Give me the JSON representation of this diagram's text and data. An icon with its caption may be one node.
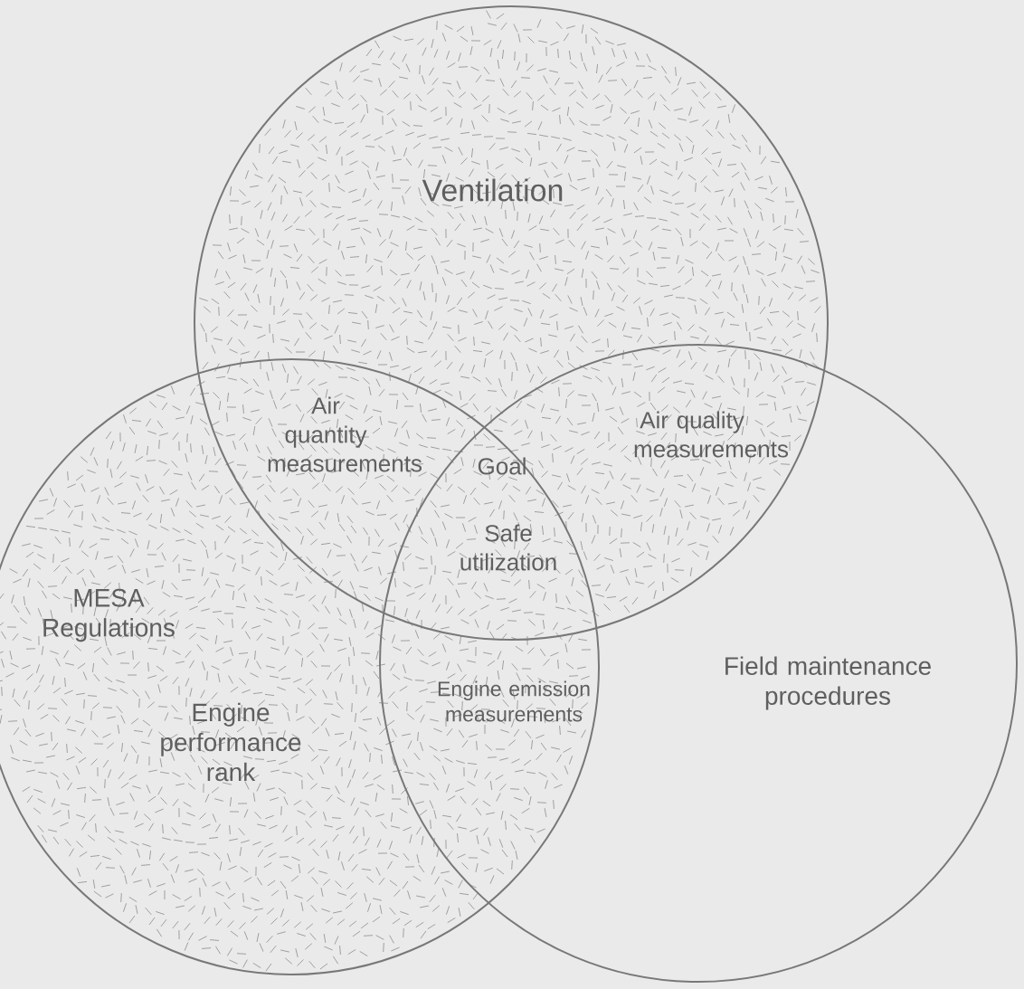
{
  "diagram": {
    "nodes": [
      {
        "text": [
          "Ventilation"
        ]
      },
      {
        "text": [
          "MESA Regulations",
          "Engine performance rank"
        ]
      },
      {
        "text": [
          "Field maintenance procedures"
        ]
      }
    ],
    "labels": [
      "Air quantity measurements",
      "Air quality measurements",
      "Goal",
      "Safe utilization",
      "Engine emission measurements"
    ]
  }
}
